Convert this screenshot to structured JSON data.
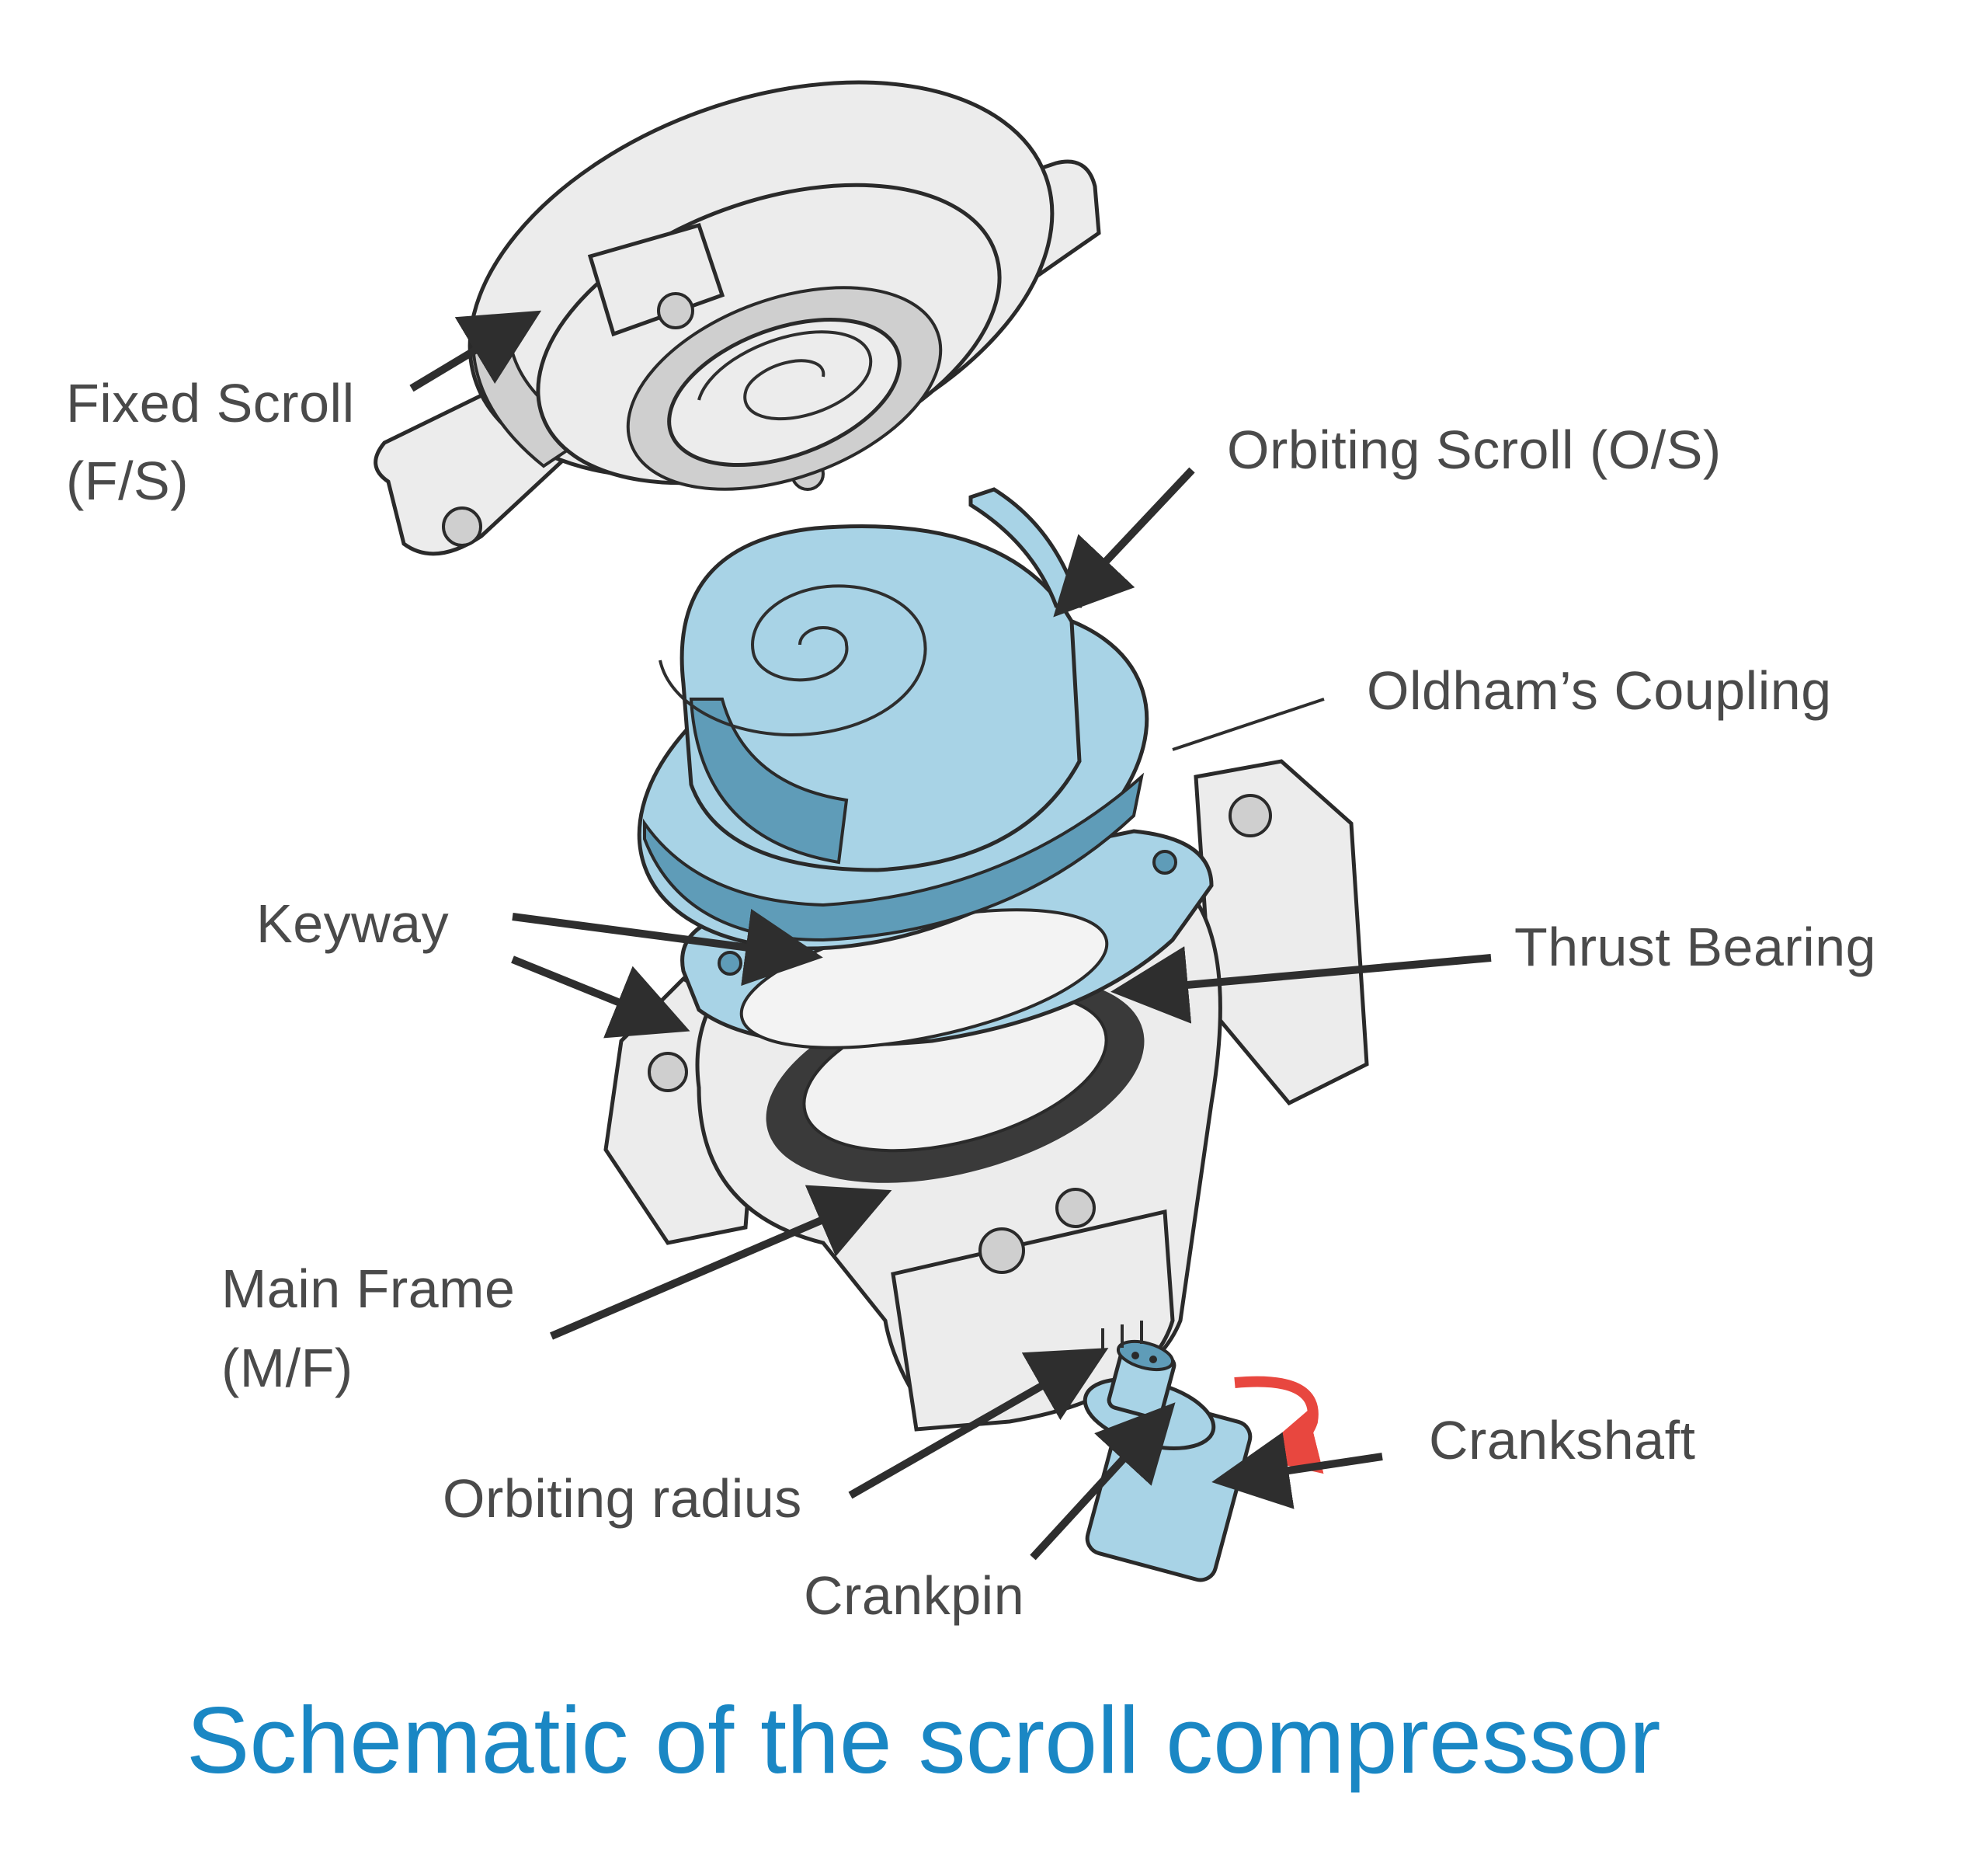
{
  "diagram": {
    "caption": "Schematic of the scroll compressor",
    "labels": {
      "fixed_scroll_1": "Fixed Scroll",
      "fixed_scroll_2": "(F/S)",
      "orbiting_scroll": "Orbiting Scroll (O/S)",
      "oldham_coupling": "Oldham’s Coupling",
      "keyway": "Keyway",
      "thrust_bearing": "Thrust Bearing",
      "main_frame_1": "Main Frame",
      "main_frame_2": "(M/F)",
      "crankshaft": "Crankshaft",
      "orbiting_radius": "Orbiting radius",
      "crankpin": "Crankpin"
    },
    "colors": {
      "caption": "#1a87c4",
      "label_text": "#4a4a4a",
      "part_blue": "#a8d3e6",
      "part_grey": "#ececec",
      "rotation_arrow": "#e8473f"
    }
  }
}
